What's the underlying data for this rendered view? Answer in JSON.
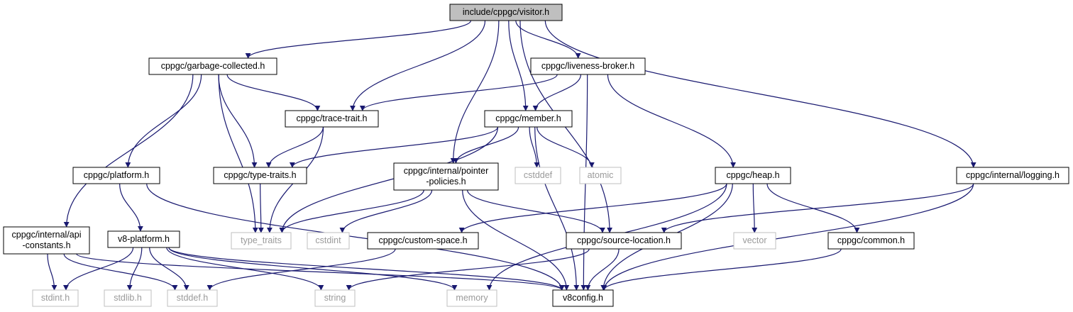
{
  "diagram": {
    "colors": {
      "edge": "#191970",
      "node_border": "#000000",
      "node_text": "#000000",
      "root_fill": "#bfbfbf",
      "external_border": "#bfbfbf",
      "external_text": "#9a9a9a"
    },
    "nodes": [
      {
        "id": "visitor",
        "lines": [
          "include/cppgc/visitor.h"
        ],
        "kind": "root"
      },
      {
        "id": "garbage_collected",
        "lines": [
          "cppgc/garbage-collected.h"
        ],
        "kind": "file"
      },
      {
        "id": "liveness_broker",
        "lines": [
          "cppgc/liveness-broker.h"
        ],
        "kind": "file"
      },
      {
        "id": "trace_trait",
        "lines": [
          "cppgc/trace-trait.h"
        ],
        "kind": "file"
      },
      {
        "id": "member",
        "lines": [
          "cppgc/member.h"
        ],
        "kind": "file"
      },
      {
        "id": "platform",
        "lines": [
          "cppgc/platform.h"
        ],
        "kind": "file"
      },
      {
        "id": "type_traits_h",
        "lines": [
          "cppgc/type-traits.h"
        ],
        "kind": "file"
      },
      {
        "id": "pointer_policies",
        "lines": [
          "cppgc/internal/pointer",
          "-policies.h"
        ],
        "kind": "file"
      },
      {
        "id": "cstddef",
        "lines": [
          "cstddef"
        ],
        "kind": "external"
      },
      {
        "id": "atomic",
        "lines": [
          "atomic"
        ],
        "kind": "external"
      },
      {
        "id": "heap",
        "lines": [
          "cppgc/heap.h"
        ],
        "kind": "file"
      },
      {
        "id": "logging",
        "lines": [
          "cppgc/internal/logging.h"
        ],
        "kind": "file"
      },
      {
        "id": "api_constants",
        "lines": [
          "cppgc/internal/api",
          "-constants.h"
        ],
        "kind": "file"
      },
      {
        "id": "v8_platform",
        "lines": [
          "v8-platform.h"
        ],
        "kind": "file"
      },
      {
        "id": "type_traits",
        "lines": [
          "type_traits"
        ],
        "kind": "external"
      },
      {
        "id": "cstdint",
        "lines": [
          "cstdint"
        ],
        "kind": "external"
      },
      {
        "id": "custom_space",
        "lines": [
          "cppgc/custom-space.h"
        ],
        "kind": "file"
      },
      {
        "id": "source_location",
        "lines": [
          "cppgc/source-location.h"
        ],
        "kind": "file"
      },
      {
        "id": "vector",
        "lines": [
          "vector"
        ],
        "kind": "external"
      },
      {
        "id": "common",
        "lines": [
          "cppgc/common.h"
        ],
        "kind": "file"
      },
      {
        "id": "stdint_h",
        "lines": [
          "stdint.h"
        ],
        "kind": "external"
      },
      {
        "id": "stdlib_h",
        "lines": [
          "stdlib.h"
        ],
        "kind": "external"
      },
      {
        "id": "stddef_h",
        "lines": [
          "stddef.h"
        ],
        "kind": "external"
      },
      {
        "id": "string",
        "lines": [
          "string"
        ],
        "kind": "external"
      },
      {
        "id": "memory",
        "lines": [
          "memory"
        ],
        "kind": "external"
      },
      {
        "id": "v8config",
        "lines": [
          "v8config.h"
        ],
        "kind": "file"
      }
    ],
    "edges": [
      [
        "visitor",
        "garbage_collected"
      ],
      [
        "visitor",
        "trace_trait"
      ],
      [
        "visitor",
        "pointer_policies"
      ],
      [
        "visitor",
        "member"
      ],
      [
        "visitor",
        "liveness_broker"
      ],
      [
        "visitor",
        "source_location"
      ],
      [
        "visitor",
        "logging"
      ],
      [
        "garbage_collected",
        "api_constants"
      ],
      [
        "garbage_collected",
        "platform"
      ],
      [
        "garbage_collected",
        "type_traits"
      ],
      [
        "garbage_collected",
        "type_traits_h"
      ],
      [
        "garbage_collected",
        "trace_trait"
      ],
      [
        "liveness_broker",
        "trace_trait"
      ],
      [
        "liveness_broker",
        "member"
      ],
      [
        "liveness_broker",
        "heap"
      ],
      [
        "liveness_broker",
        "v8config"
      ],
      [
        "trace_trait",
        "type_traits_h"
      ],
      [
        "trace_trait",
        "type_traits"
      ],
      [
        "member",
        "type_traits_h"
      ],
      [
        "member",
        "type_traits"
      ],
      [
        "member",
        "pointer_policies"
      ],
      [
        "member",
        "cstddef"
      ],
      [
        "member",
        "atomic"
      ],
      [
        "member",
        "v8config"
      ],
      [
        "type_traits_h",
        "type_traits"
      ],
      [
        "pointer_policies",
        "type_traits"
      ],
      [
        "pointer_policies",
        "cstdint"
      ],
      [
        "pointer_policies",
        "source_location"
      ],
      [
        "pointer_policies",
        "v8config"
      ],
      [
        "platform",
        "v8_platform"
      ],
      [
        "platform",
        "v8config"
      ],
      [
        "heap",
        "custom_space"
      ],
      [
        "heap",
        "memory"
      ],
      [
        "heap",
        "vector"
      ],
      [
        "heap",
        "common"
      ],
      [
        "heap",
        "v8config"
      ],
      [
        "logging",
        "source_location"
      ],
      [
        "logging",
        "v8config"
      ],
      [
        "api_constants",
        "stdint_h"
      ],
      [
        "api_constants",
        "stddef_h"
      ],
      [
        "api_constants",
        "v8config"
      ],
      [
        "v8_platform",
        "stdint_h"
      ],
      [
        "v8_platform",
        "stdlib_h"
      ],
      [
        "v8_platform",
        "stddef_h"
      ],
      [
        "v8_platform",
        "string"
      ],
      [
        "v8_platform",
        "memory"
      ],
      [
        "v8_platform",
        "v8config"
      ],
      [
        "custom_space",
        "stddef_h"
      ],
      [
        "source_location",
        "string"
      ],
      [
        "source_location",
        "v8config"
      ],
      [
        "common",
        "v8config"
      ]
    ]
  }
}
